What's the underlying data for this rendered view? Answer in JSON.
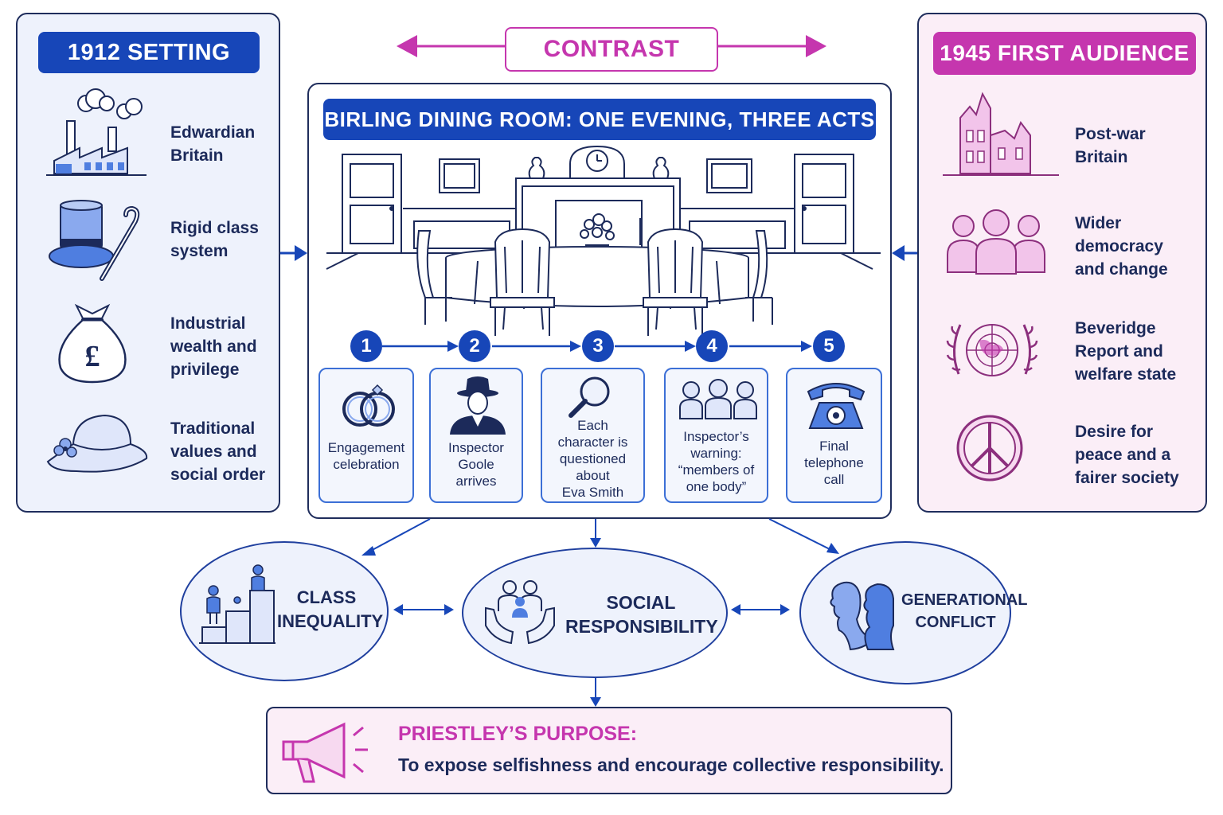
{
  "contrast_label": "CONTRAST",
  "left": {
    "title": "1912 SETTING",
    "items": [
      {
        "icon": "factory-icon",
        "text": [
          "Edwardian",
          "Britain"
        ]
      },
      {
        "icon": "top-hat-cane-icon",
        "text": [
          "Rigid class",
          "system"
        ]
      },
      {
        "icon": "money-bag-icon",
        "text": [
          "Industrial",
          "wealth and",
          "privilege"
        ]
      },
      {
        "icon": "ladies-hat-icon",
        "text": [
          "Traditional",
          "values and",
          "social order"
        ]
      }
    ]
  },
  "right": {
    "title": "1945 FIRST AUDIENCE",
    "items": [
      {
        "icon": "ruined-building-icon",
        "text": [
          "Post-war",
          "Britain"
        ]
      },
      {
        "icon": "people-group-icon",
        "text": [
          "Wider",
          "democracy",
          "and change"
        ]
      },
      {
        "icon": "un-emblem-icon",
        "text": [
          "Beveridge",
          "Report and",
          "welfare state"
        ]
      },
      {
        "icon": "peace-symbol-icon",
        "text": [
          "Desire for",
          "peace and a",
          "fairer society"
        ]
      }
    ]
  },
  "center": {
    "title": "BIRLING DINING ROOM: ONE EVENING, THREE ACTS",
    "steps": [
      {
        "num": "1",
        "icon": "rings-icon",
        "text": [
          "Engagement",
          "celebration"
        ]
      },
      {
        "num": "2",
        "icon": "inspector-icon",
        "text": [
          "Inspector",
          "Goole",
          "arrives"
        ]
      },
      {
        "num": "3",
        "icon": "magnifier-icon",
        "text": [
          "Each",
          "character is",
          "questioned",
          "about",
          "Eva Smith"
        ]
      },
      {
        "num": "4",
        "icon": "group-icon",
        "text": [
          "Inspector’s",
          "warning:",
          "“members of",
          "one body”"
        ]
      },
      {
        "num": "5",
        "icon": "telephone-icon",
        "text": [
          "Final",
          "telephone",
          "call"
        ]
      }
    ]
  },
  "themes": [
    {
      "icon": "class-ladder-icon",
      "text": [
        "CLASS",
        "INEQUALITY"
      ]
    },
    {
      "icon": "caring-hands-icon",
      "text": [
        "SOCIAL",
        "RESPONSIBILITY"
      ]
    },
    {
      "icon": "two-faces-icon",
      "text": [
        "GENERATIONAL",
        "CONFLICT"
      ]
    }
  ],
  "purpose": {
    "icon": "megaphone-icon",
    "title": "PRIESTLEY’S PURPOSE:",
    "text": "To expose selfishness and encourage collective responsibility."
  },
  "colors": {
    "blue": "#1746b8",
    "pink": "#c536ae",
    "navy": "#1c2a5a"
  }
}
